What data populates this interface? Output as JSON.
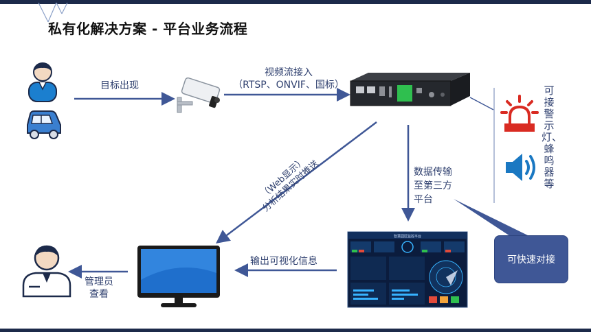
{
  "title": "私有化解决方案 - 平台业务流程",
  "labels": {
    "target_appear": "目标出现",
    "stream_access_line1": "视频流接入",
    "stream_access_line2": "（RTSP、ONVIF、国标）",
    "web_display_line1": "（Web显示）",
    "web_display_line2": "分析结果实时推送",
    "data_transfer_line1": "数据传输",
    "data_transfer_line2": "至第三方",
    "data_transfer_line3": "平台",
    "output_visual": "输出可视化信息",
    "admin_view_line1": "管理员",
    "admin_view_line2": "查看",
    "alarm_devices": "可接警示灯、蜂鸣器等",
    "quick_connect": "可快速对接"
  },
  "dashboard": {
    "title": "智慧园区监控平台"
  },
  "icons": {
    "person": "person-icon",
    "car": "car-icon",
    "camera": "camera-icon",
    "box": "edge-box-icon",
    "alarm": "alarm-light-icon",
    "speaker": "speaker-icon",
    "monitor": "monitor-icon",
    "dashboard": "dashboard-screen-icon",
    "admin": "admin-icon"
  },
  "colors": {
    "arrow": "#3f5796",
    "navy": "#1c2a4a",
    "alarm_red": "#d92b22",
    "speaker_blue": "#1a78c2",
    "callout": "#3f5796"
  }
}
